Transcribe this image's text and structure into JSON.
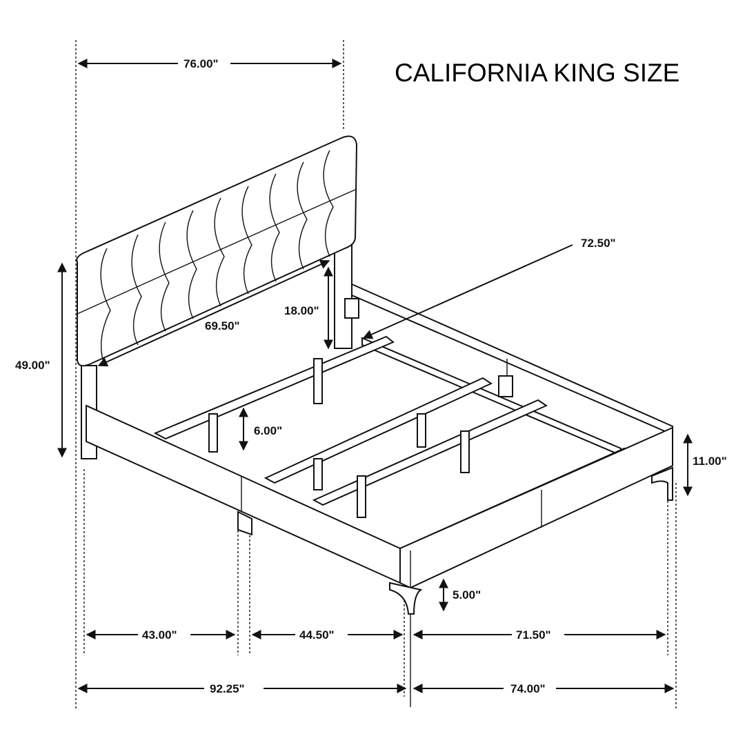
{
  "title": "CALIFORNIA KING SIZE",
  "dimensions": {
    "overall_width": "76.00\"",
    "slat_length": "72.50\"",
    "headboard_height": "18.00\"",
    "headboard_width": "69.50\"",
    "total_height": "49.00\"",
    "center_leg_height": "6.00\"",
    "rail_height": "11.00\"",
    "leg_height": "5.00\"",
    "rail_segment_1": "43.00\"",
    "rail_segment_2": "44.50\"",
    "inner_width": "71.50\"",
    "overall_length": "92.25\"",
    "width": "74.00\""
  }
}
